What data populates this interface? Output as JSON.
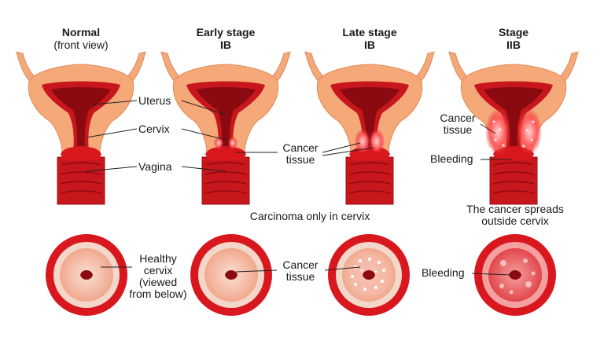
{
  "headings": {
    "normal_title": "Normal",
    "normal_sub": "(front view)",
    "early_title": "Early stage",
    "early_sub": "IB",
    "late_title": "Late stage",
    "late_sub": "IB",
    "stage2_title": "Stage",
    "stage2_sub": "IIB"
  },
  "labels": {
    "uterus": "Uterus",
    "cervix": "Cervix",
    "vagina": "Vagina",
    "cancer_tissue_line1": "Cancer",
    "cancer_tissue_line2": "tissue",
    "stage2_cancer_line1": "Cancer",
    "stage2_cancer_line2": "tissue",
    "bleeding": "Bleeding",
    "healthy_line1": "Healthy",
    "healthy_line2": "cervix",
    "healthy_line3": "(viewed",
    "healthy_line4": "from below)",
    "bottom_cancer_line1": "Cancer",
    "bottom_cancer_line2": "tissue",
    "bottom_bleeding": "Bleeding"
  },
  "captions": {
    "carcinoma": "Carcinoma only in cervix",
    "spreads_line1": "The cancer spreads",
    "spreads_line2": "outside cervix"
  },
  "colors": {
    "outer_orange": "#f5a878",
    "inner_red": "#c8161d",
    "dark_red": "#8b0a10",
    "cervix_ring": "#d9171f",
    "cervix_face": "#f7c8b4",
    "cancer_glow": "#ff5a5a"
  }
}
